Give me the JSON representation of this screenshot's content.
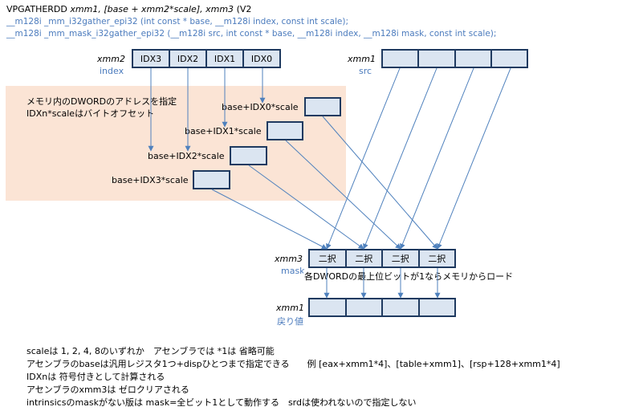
{
  "header": {
    "line1_prefix": "VPGATHERDD",
    "line1_args": "xmm1, [base + xmm2*scale],  xmm3",
    "line1_suffix": "(V2",
    "line2": "__m128i  _mm_i32gather_epi32  (int const * base, __m128i  index, const int scale);",
    "line3": "__m128i  _mm_mask_i32gather_epi32  (__m128i src, int const * base, __m128i  index, __m128i  mask, const int scale);"
  },
  "xmm2": {
    "name": "xmm2",
    "sub": "index",
    "cells": [
      "IDX3",
      "IDX2",
      "IDX1",
      "IDX0"
    ]
  },
  "xmm1_src": {
    "name": "xmm1",
    "sub": "src"
  },
  "memory_note": {
    "line1": "メモリ内のDWORDのアドレスを指定",
    "line2": "IDXn*scaleはバイトオフセット"
  },
  "addresses": [
    "base+IDX0*scale",
    "base+IDX1*scale",
    "base+IDX2*scale",
    "base+IDX3*scale"
  ],
  "xmm3": {
    "name": "xmm3",
    "sub": "mask",
    "cells": [
      "二択",
      "二択",
      "二択",
      "二択"
    ]
  },
  "mask_note": "各DWORDの最上位ビットが1ならメモリからロード",
  "xmm1_ret": {
    "name": "xmm1",
    "sub": "戻り値"
  },
  "footer": [
    "scaleは 1, 2, 4, 8のいずれか　アセンブラでは *1は 省略可能",
    "アセンブラのbaseは汎用レジスタ1つ+dispひとつまで指定できる　　例 [eax+xmm1*4]、[table+xmm1]、[rsp+128+xmm1*4]",
    "IDXnは 符号付きとして計算される",
    "アセンブラのxmm3は ゼロクリアされる",
    "intrinsicsのmaskがない版は mask=全ビット1として動作する　srdは使われないので指定しない"
  ],
  "colors": {
    "peach": "#fbe4d5",
    "box_fill": "#dbe5f1",
    "box_border": "#1f3a60",
    "arrow": "#4f81bd",
    "label_blue": "#4b7bbd"
  }
}
